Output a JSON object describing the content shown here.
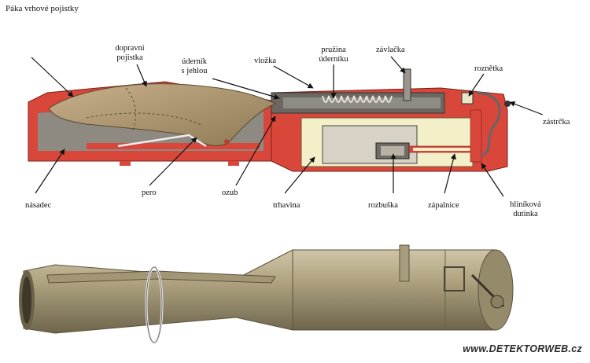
{
  "labels": {
    "header": "Páka vrhové pojistky",
    "dopravni": [
      "dopravní",
      "pojistka"
    ],
    "udernik": [
      "úderník",
      "s jehlou"
    ],
    "vlozka": "vložka",
    "pruzina": [
      "pružina",
      "úderníku"
    ],
    "zavlacka": "závlačka",
    "roznetka": "roznětka",
    "zastrcka": "zástrčka",
    "nasadec": "násadec",
    "pero": "pero",
    "ozub": "ozub",
    "trhavina": "trhavina",
    "rozbuska": "rozbuška",
    "zapalnice": "zápalnice",
    "hlinikova": [
      "hliníková",
      "dutinka"
    ]
  },
  "watermark": "www.DETEKTORWEB.cz",
  "colors": {
    "casing_red": "#d9473b",
    "lever_tan": "#b39a72",
    "explosive_cream": "#f3efc8",
    "detonator_grey": "#b8b2a6",
    "body_olive": "#a69a78",
    "line": "#111111"
  }
}
